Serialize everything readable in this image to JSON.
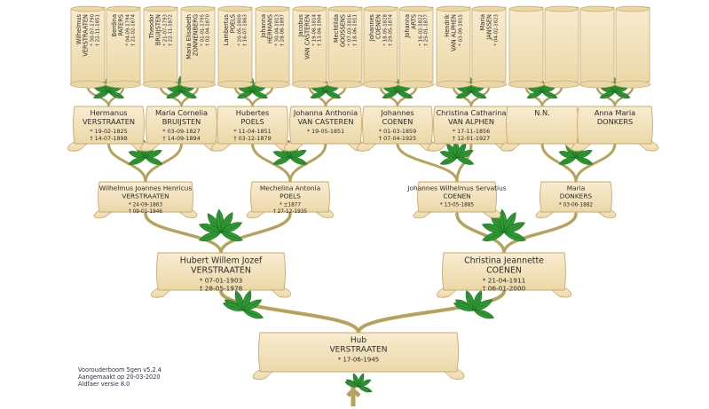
{
  "colors": {
    "parchment": "#f3e3bd",
    "parchment_edge": "#c9aa6e",
    "leaf": "#2f9a33",
    "leaf_dark": "#1d6b22",
    "branch": "#b5a35d"
  },
  "generation4": [
    {
      "name1": "Wilhelmus",
      "name2": "VERSTRAATEN",
      "birth": "* 30-07-1790",
      "death": "† 22-11-1851"
    },
    {
      "name1": "Berdina",
      "name2": "PATERS",
      "birth": "* 04-09-1794",
      "death": "† 21-02-1874"
    },
    {
      "name1": "Theodor",
      "name2": "BRUIJSTEN",
      "birth": "* 21-07-1793",
      "death": "† 22-11-1872"
    },
    {
      "name1": "Maria Elisabeth",
      "name2": "ZONNENBERG",
      "birth": "* 01-01-1795",
      "death": "† 02-04-1870"
    },
    {
      "name1": "Lambertus",
      "name2": "POELS",
      "birth": "* 20-05-1809",
      "death": "† 16-07-1863"
    },
    {
      "name1": "Johanna",
      "name2": "HERMANS",
      "birth": "* 30-04-1813",
      "death": "† 28-08-1897"
    },
    {
      "name1": "Jacobus",
      "name2": "VAN CASTEREN",
      "birth": "* 19-08-1814",
      "death": "† 13-04-1904"
    },
    {
      "name1": "Mechtilda",
      "name2": "GOOSSENS",
      "birth": "* 07-03-1816",
      "death": "† 18-06-1911"
    },
    {
      "name1": "Johannes",
      "name2": "COENEN",
      "birth": "* 18-05-1828",
      "death": "† 29-05-1874"
    },
    {
      "name1": "Johanna",
      "name2": "ARTS",
      "birth": "* 16-02-1822",
      "death": "† 25-01-1877"
    },
    {
      "name1": "Hendrik",
      "name2": "VAN ALPHEN",
      "birth": "* 03-09-1815",
      "death": ""
    },
    {
      "name1": "Maria",
      "name2": "JANSSEN",
      "birth": "* 04-02-1823",
      "death": ""
    },
    {
      "name1": "",
      "name2": "",
      "birth": "",
      "death": ""
    },
    {
      "name1": "",
      "name2": "",
      "birth": "",
      "death": ""
    },
    {
      "name1": "",
      "name2": "",
      "birth": "",
      "death": ""
    },
    {
      "name1": "",
      "name2": "",
      "birth": "",
      "death": ""
    }
  ],
  "generation3": [
    {
      "name1": "Hermanus",
      "name2": "VERSTRAATEN",
      "birth": "* 19-02-1825",
      "death": "† 14-07-1898"
    },
    {
      "name1": "Maria Cornelia",
      "name2": "BRUIJSTEN",
      "birth": "* 03-09-1827",
      "death": "† 14-09-1894"
    },
    {
      "name1": "Hubertes",
      "name2": "POELS",
      "birth": "* 11-04-1851",
      "death": "† 03-12-1879"
    },
    {
      "name1": "Johanna Anthonia",
      "name2": "VAN CASTEREN",
      "birth": "* 19-05-1851",
      "death": ""
    },
    {
      "name1": "Johannes",
      "name2": "COENEN",
      "birth": "* 01-03-1859",
      "death": "† 07-04-1925"
    },
    {
      "name1": "Christina Catharina",
      "name2": "VAN ALPHEN",
      "birth": "* 17-11-1856",
      "death": "† 12-01-1927"
    },
    {
      "name1": "N.N.",
      "name2": "",
      "birth": "",
      "death": ""
    },
    {
      "name1": "Anna Maria",
      "name2": "DONKERS",
      "birth": "",
      "death": ""
    }
  ],
  "generation2": [
    {
      "name1": "Wilhelmus Joannes Henricus",
      "name2": "VERSTRAATEN",
      "birth": "* 24-09-1863",
      "death": "† 09-01-1946"
    },
    {
      "name1": "Mechelina Antonia",
      "name2": "POELS",
      "birth": "* ±1877",
      "death": "† 27-12-1935"
    },
    {
      "name1": "Johannes Wilhelmus Servatius",
      "name2": "COENEN",
      "birth": "* 13-05-1885",
      "death": ""
    },
    {
      "name1": "Maria",
      "name2": "DONKERS",
      "birth": "* 03-06-1882",
      "death": ""
    }
  ],
  "generation1": [
    {
      "name1": "Hubert Willem Jozef",
      "name2": "VERSTRAATEN",
      "birth": "* 07-01-1903",
      "death": "† 28-05-1978"
    },
    {
      "name1": "Christina Jeannette",
      "name2": "COENEN",
      "birth": "* 21-04-1911",
      "death": "† 06-01-2000"
    }
  ],
  "root": {
    "name1": "Hub",
    "name2": "VERSTRAATEN",
    "birth": "* 17-06-1945",
    "death": ""
  },
  "footer": {
    "line1": "Voorouderboom 5gen v5.2.4",
    "line2": "Aangemaakt op 20-03-2020",
    "line3": "Aldfaer versie 8.0"
  }
}
